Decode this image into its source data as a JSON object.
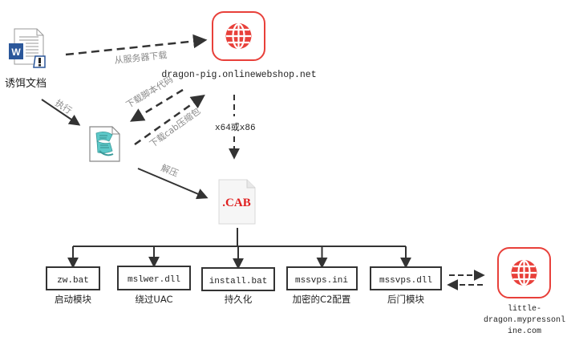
{
  "colors": {
    "line": "#333333",
    "label_gray": "#8a8a8a",
    "globe_red": "#e8403a",
    "cab_red": "#e02020",
    "word_blue": "#2b579a",
    "script_teal": "#5cc8c8"
  },
  "nodes": {
    "lure_doc": {
      "label": "诱饵文档",
      "icon": "word-document-icon"
    },
    "c2_server_1": {
      "label": "dragon-pig.onlinewebshop.net",
      "icon": "globe-icon"
    },
    "script": {
      "icon": "script-file-icon"
    },
    "cab": {
      "label": ".CAB",
      "icon": "cab-file-icon"
    },
    "c2_server_2": {
      "label_lines": [
        "little-",
        "dragon.mypressonl",
        "ine.com"
      ],
      "icon": "globe-icon"
    }
  },
  "edges": {
    "download_from_server": "从服务器下载",
    "execute": "执行",
    "download_script": "下载脚本代码",
    "download_cab": "下载cab压缩包",
    "arch": "x64或x86",
    "extract": "解压"
  },
  "files": [
    {
      "name": "zw.bat",
      "desc": "启动模块"
    },
    {
      "name": "mslwer.dll",
      "desc": "绕过UAC"
    },
    {
      "name": "install.bat",
      "desc": "持久化"
    },
    {
      "name": "mssvps.ini",
      "desc": "加密的C2配置"
    },
    {
      "name": "mssvps.dll",
      "desc": "后门模块"
    }
  ]
}
